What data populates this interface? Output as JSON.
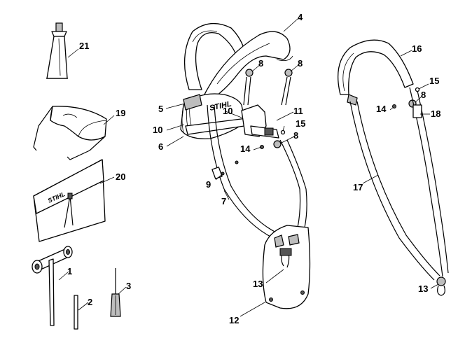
{
  "diagram": {
    "brand_marks": {
      "harness_logo": "STIHL",
      "pouch_logo": "STIHL"
    },
    "callouts": [
      "1",
      "2",
      "3",
      "4",
      "5",
      "6",
      "7",
      "8",
      "8",
      "8",
      "8",
      "9",
      "10",
      "10",
      "11",
      "12",
      "13",
      "13",
      "14",
      "14",
      "15",
      "15",
      "16",
      "17",
      "18",
      "19",
      "20",
      "21"
    ]
  }
}
